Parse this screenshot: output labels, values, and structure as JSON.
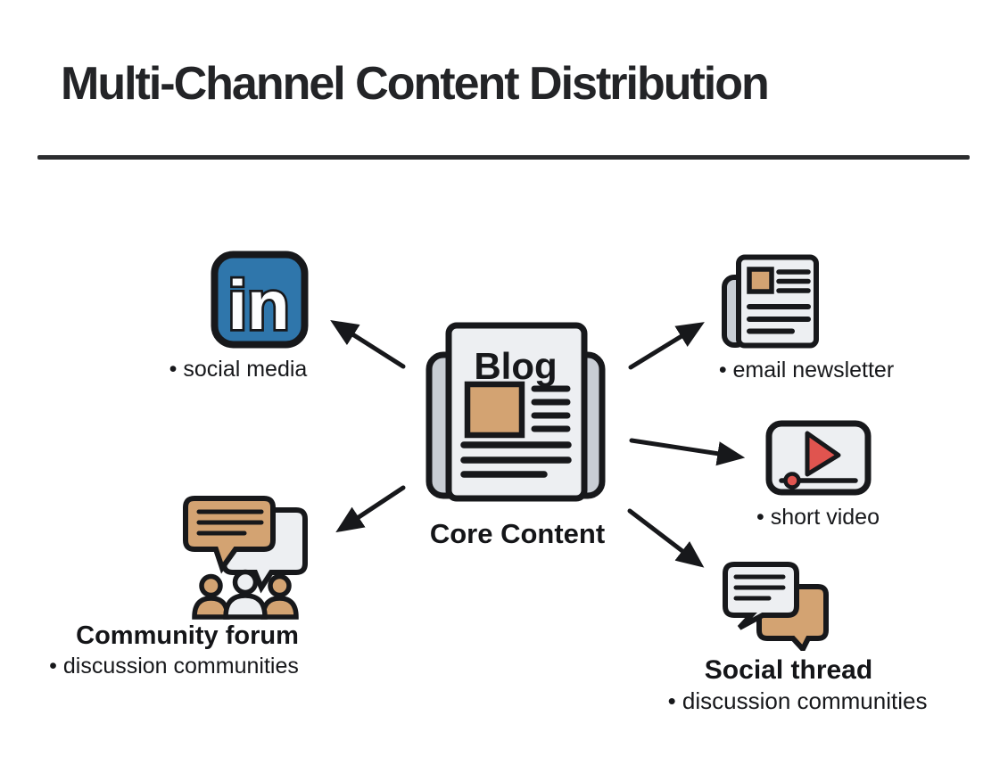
{
  "title": "Multi-Channel Content Distribution",
  "core": {
    "icon": "blog-newspaper-icon",
    "badge": "Blog",
    "label": "Core Content"
  },
  "channels": {
    "social_media": {
      "icon": "linkedin-icon",
      "logo_text": "in",
      "caption": "• social media"
    },
    "email_newsletter": {
      "icon": "newsletter-icon",
      "caption": "• email newsletter"
    },
    "short_video": {
      "icon": "video-player-icon",
      "caption": "• short video"
    },
    "community_forum": {
      "icon": "community-people-icon",
      "heading": "Community forum",
      "caption": "• discussion communities"
    },
    "social_thread": {
      "icon": "chat-bubbles-icon",
      "heading": "Social thread",
      "caption": "• discussion communities"
    }
  },
  "edges": [
    {
      "from": "core-content",
      "to": "social-media"
    },
    {
      "from": "core-content",
      "to": "email-newsletter"
    },
    {
      "from": "core-content",
      "to": "short-video"
    },
    {
      "from": "core-content",
      "to": "community-forum"
    },
    {
      "from": "core-content",
      "to": "social-thread"
    }
  ],
  "colors": {
    "outline": "#17181b",
    "ink": "#232427",
    "linkedin_blue": "#2f76ab",
    "tan": "#d3a372",
    "page_fill": "#edeff2",
    "panel_fill": "#c8cdd4",
    "video_red": "#e0544f"
  }
}
